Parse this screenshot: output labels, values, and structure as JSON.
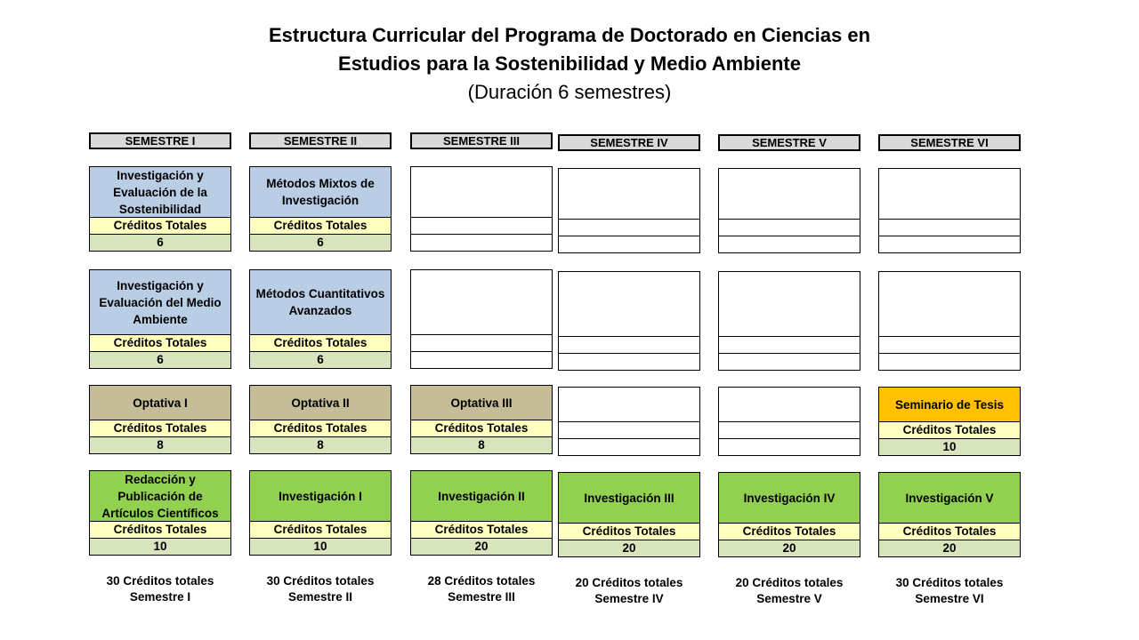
{
  "title": {
    "line1": "Estructura Curricular del Programa de Doctorado en Ciencias en",
    "line2": "Estudios para  la Sostenibilidad y Medio Ambiente",
    "line3": "(Duración 6 semestres)"
  },
  "credit_label": "Créditos Totales",
  "colors": {
    "blue": "#b9cde5",
    "tan": "#c4bd97",
    "green": "#92d050",
    "orange": "#ffc000",
    "credit_label_bg": "#ffffc0",
    "credit_value_bg": "#d8e4bc",
    "header_bg": "#d9d9d9"
  },
  "semesters": [
    {
      "header": "SEMESTRE I",
      "rows": [
        {
          "name": "Investigación y Evaluación de la Sostenibilidad",
          "credits": "6"
        },
        {
          "name": "Investigación y Evaluación del Medio Ambiente",
          "credits": "6"
        },
        {
          "name": "Optativa I",
          "credits": "8"
        },
        {
          "name": "Redacción y Publicación de Artículos Científicos",
          "credits": "10"
        }
      ],
      "total_line1": "30 Créditos totales",
      "total_line2": "Semestre I"
    },
    {
      "header": "SEMESTRE II",
      "rows": [
        {
          "name": "Métodos Mixtos de Investigación",
          "credits": "6"
        },
        {
          "name": "Métodos Cuantitativos Avanzados",
          "credits": "6"
        },
        {
          "name": "Optativa II",
          "credits": "8"
        },
        {
          "name": "Investigación I",
          "credits": "10"
        }
      ],
      "total_line1": "30 Créditos totales",
      "total_line2": "Semestre II"
    },
    {
      "header": "SEMESTRE III",
      "rows": [
        {
          "name": "",
          "credits": ""
        },
        {
          "name": "",
          "credits": ""
        },
        {
          "name": "Optativa III",
          "credits": "8"
        },
        {
          "name": "Investigación II",
          "credits": "20"
        }
      ],
      "total_line1": "28 Créditos totales",
      "total_line2": "Semestre III"
    },
    {
      "header": "SEMESTRE IV",
      "rows": [
        {
          "name": "",
          "credits": ""
        },
        {
          "name": "",
          "credits": ""
        },
        {
          "name": "",
          "credits": ""
        },
        {
          "name": "Investigación III",
          "credits": "20"
        }
      ],
      "total_line1": "20 Créditos totales",
      "total_line2": "Semestre IV"
    },
    {
      "header": "SEMESTRE V",
      "rows": [
        {
          "name": "",
          "credits": ""
        },
        {
          "name": "",
          "credits": ""
        },
        {
          "name": "",
          "credits": ""
        },
        {
          "name": "Investigación IV",
          "credits": "20"
        }
      ],
      "total_line1": "20 Créditos totales",
      "total_line2": "Semestre V"
    },
    {
      "header": "SEMESTRE VI",
      "rows": [
        {
          "name": "",
          "credits": ""
        },
        {
          "name": "",
          "credits": ""
        },
        {
          "name": "Seminario de Tesis",
          "credits": "10"
        },
        {
          "name": "Investigación V",
          "credits": "20"
        }
      ],
      "total_line1": "30 Créditos totales",
      "total_line2": "Semestre VI"
    }
  ]
}
